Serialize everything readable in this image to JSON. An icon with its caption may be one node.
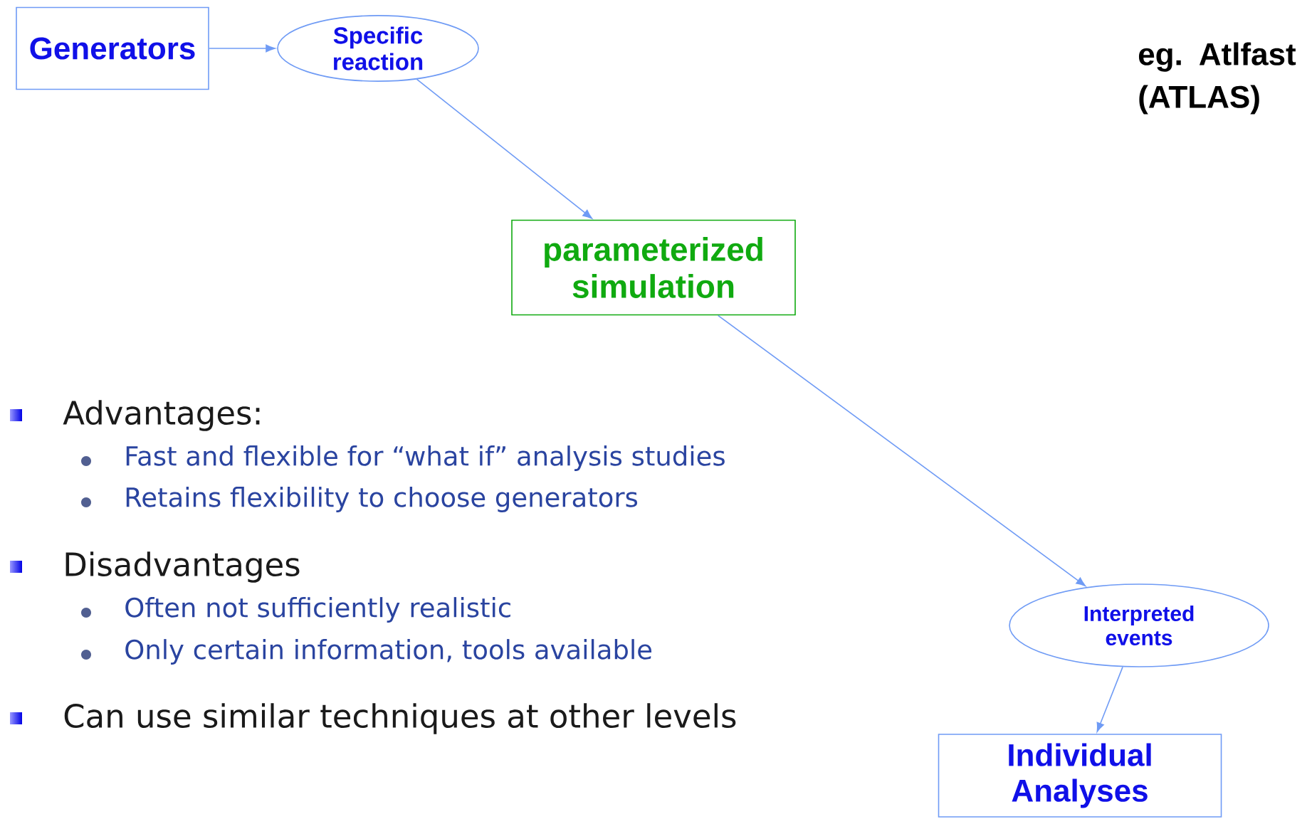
{
  "diagram": {
    "nodes": [
      {
        "text": [
          "Generators"
        ]
      },
      {
        "text": [
          "Specific reaction"
        ]
      },
      {
        "text": [
          "parameterized simulation"
        ]
      },
      {
        "text": [
          "Interpreted events"
        ]
      },
      {
        "text": [
          "Individual Analyses"
        ]
      }
    ],
    "edges": [
      {
        "from": 0,
        "to": 1,
        "arrow": "to"
      },
      {
        "from": 1,
        "to": 2,
        "arrow": "to"
      },
      {
        "from": 2,
        "to": 3,
        "arrow": "to"
      },
      {
        "from": 3,
        "to": 4,
        "arrow": "to"
      }
    ],
    "labels": [
      "eg. Atlfast (ATLAS)",
      "Advantages:",
      "Fast and flexible for “what if” analysis studies",
      "Retains flexibility to choose generators",
      "Disadvantages",
      "Often not sufficiently realistic",
      "Only certain information, tools available",
      "Can use similar techniques at other levels"
    ]
  }
}
